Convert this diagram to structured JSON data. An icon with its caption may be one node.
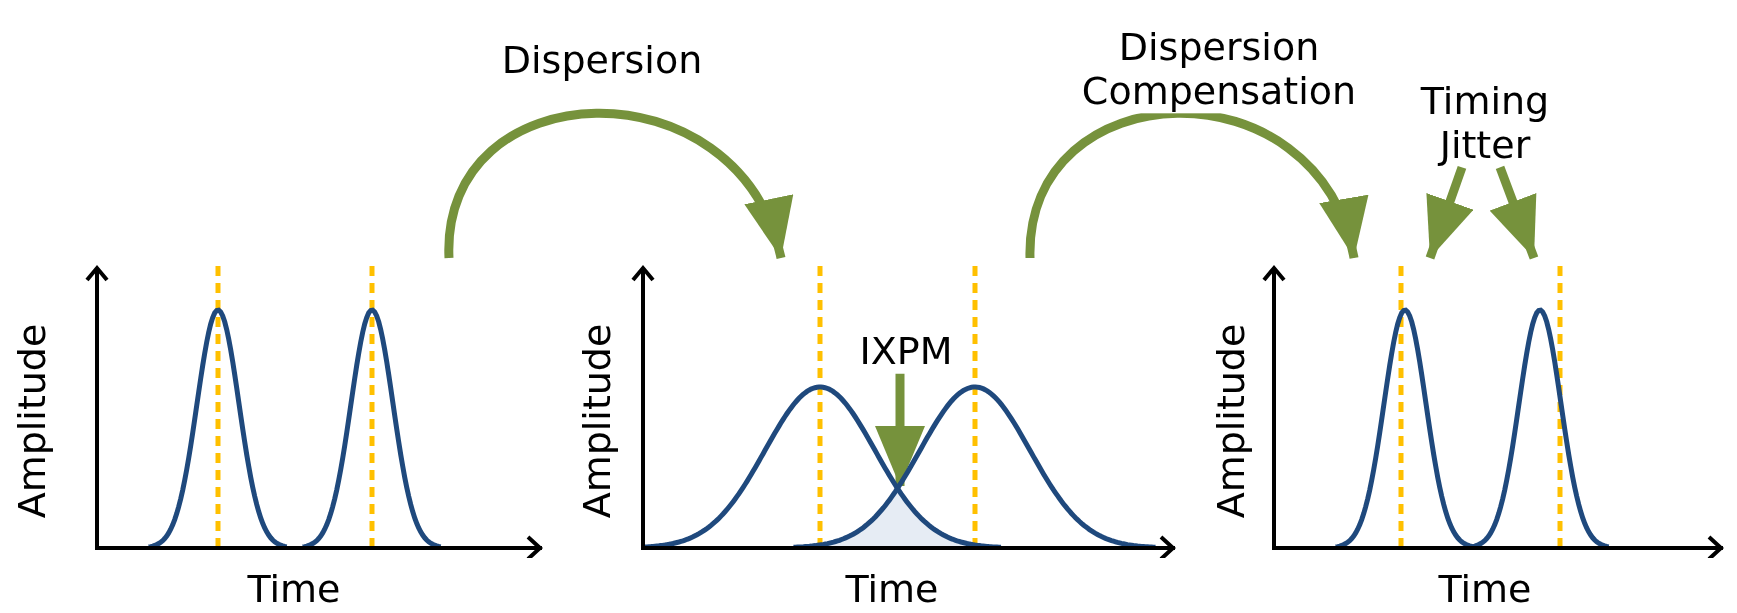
{
  "diagram": {
    "nodes": [
      {
        "text": [],
        "shape": "picture",
        "beside": [
          "Amplitude",
          "Time"
        ]
      },
      {
        "text": [],
        "shape": "picture",
        "beside": [
          "Amplitude",
          "Time"
        ]
      },
      {
        "text": [],
        "shape": "picture",
        "in": 1
      },
      {
        "text": [],
        "shape": "picture",
        "beside": [
          "Amplitude",
          "Time"
        ]
      },
      {
        "text": [
          "IXPM"
        ],
        "in": 1
      },
      {
        "text": [
          "Timing Jitter"
        ]
      }
    ],
    "edges": [
      {
        "from": 0,
        "to": 1,
        "arrow": "to",
        "label": "Dispersion"
      },
      {
        "from": 1,
        "to": 3,
        "arrow": "to",
        "label": "Dispersion Compensation"
      },
      {
        "from": 4,
        "to": 2,
        "arrow": "to"
      },
      {
        "from": 5,
        "to": 3,
        "arrow": "to"
      },
      {
        "from": 5,
        "to": 3,
        "arrow": "to"
      }
    ]
  }
}
